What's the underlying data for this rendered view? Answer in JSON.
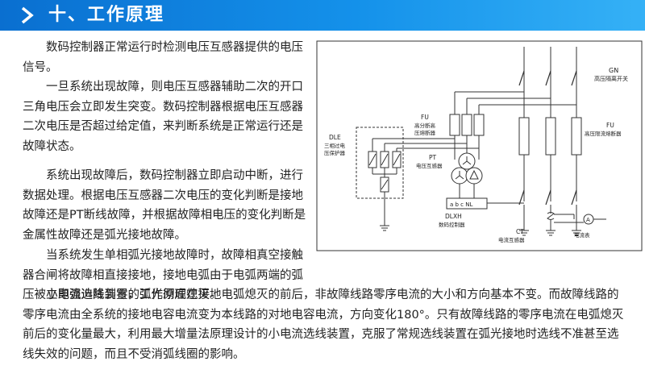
{
  "header": {
    "title": "十、工作原理"
  },
  "paragraphs": [
    "数码控制器正常运行时检测电压互感器提供的电压信号。",
    "一旦系统出现故障，则电压互感器辅助二次的开口三角电压会立即发生突变。数码控制器根据电压互感器二次电压是否超过给定值，来判断系统是正常运行还是故障状态。",
    "系统出现故障后，数码控制器立即启动中断，进行数据处理。根据电压互感器二次电压的变化判断是接地故障还是PT断线故障，并根据故障相电压的变化判断是金属性故障还是弧光接地故障。",
    "当系统发生单相弧光接地故障时，故障相真空接触器合闸将故障相直接接地，接地电弧由于电弧两端的弧压被立即强迫降到零，弧光彻底熄灭。",
    "小电流选线装置的工作原理在接地电弧熄灭的前后，非故障线路零序电流的大小和方向基本不变。而故障线路的零序电流由全系统的接地电容电流变为本线路的对地电容电流，方向变化180°。只有故障线路的零序电流在电弧熄灭前后的变化量最大，利用最大增量法原理设计的小电流选线装置，克服了常规选线装置在弧光接地时选线不准甚至选线失效的问题，而且不受消弧线圈的影响。"
  ],
  "diagram": {
    "gn_code": "GN",
    "gn_name": "高压隔离开关",
    "fu_left_code": "FU",
    "fu_left_name1": "高分断高",
    "fu_left_name2": "压熔断器",
    "fu_right_code": "FU",
    "fu_right_name": "高压限流熔断器",
    "dle_code": "DLE",
    "dle_name1": "三相过电",
    "dle_name2": "压保护器",
    "pt_code": "PT",
    "pt_name": "电压互感器",
    "terminals": "a b c NL",
    "dlxh_code": "DLXH",
    "dlxh_name": "数码控制器",
    "ct_code": "CT",
    "ct_name": "电流互感器",
    "ammeter_symbol": "A",
    "ammeter_name": "电流表"
  }
}
